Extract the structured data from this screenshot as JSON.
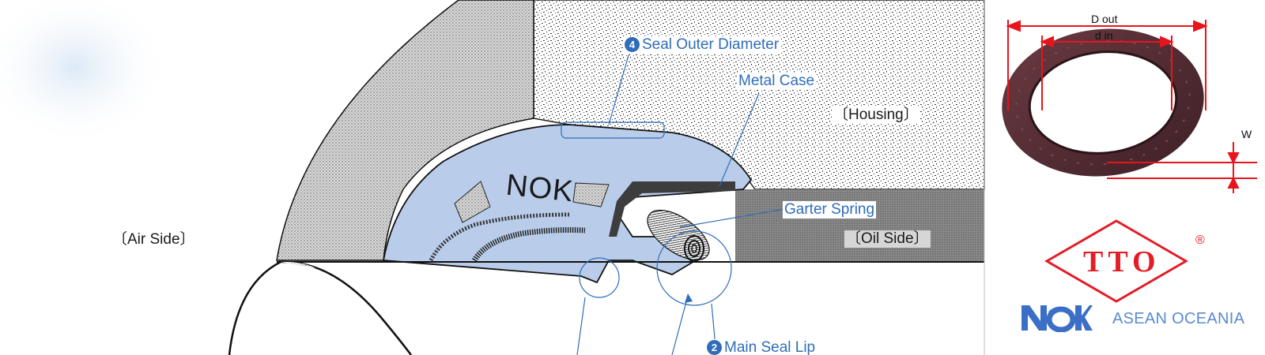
{
  "labels": {
    "seal_outer_diameter": {
      "number": "4",
      "text": "Seal Outer Diameter"
    },
    "metal_case": "Metal Case",
    "housing": "〔Housing〕",
    "garter_spring": "Garter Spring",
    "oil_side": "〔Oil Side〕",
    "air_side": "〔Air Side〕",
    "main_seal_lip": {
      "number": "2",
      "text": "Main Seal Lip"
    },
    "seal_stamp": "NOK"
  },
  "dimensions": {
    "outer": "D out",
    "inner": "d in",
    "width": "W"
  },
  "brands": {
    "tto": {
      "name": "TTO",
      "registered": "®",
      "color": "#e21d26"
    },
    "nok": {
      "name": "NOK",
      "region": "ASEAN OCEANIA",
      "color": "#3b6fc6"
    }
  },
  "colors": {
    "callout_blue": "#2f6db8",
    "seal_body": "#b9cdeb",
    "seal_rubber": "#5a3136",
    "dimension_red": "#e8141c"
  }
}
